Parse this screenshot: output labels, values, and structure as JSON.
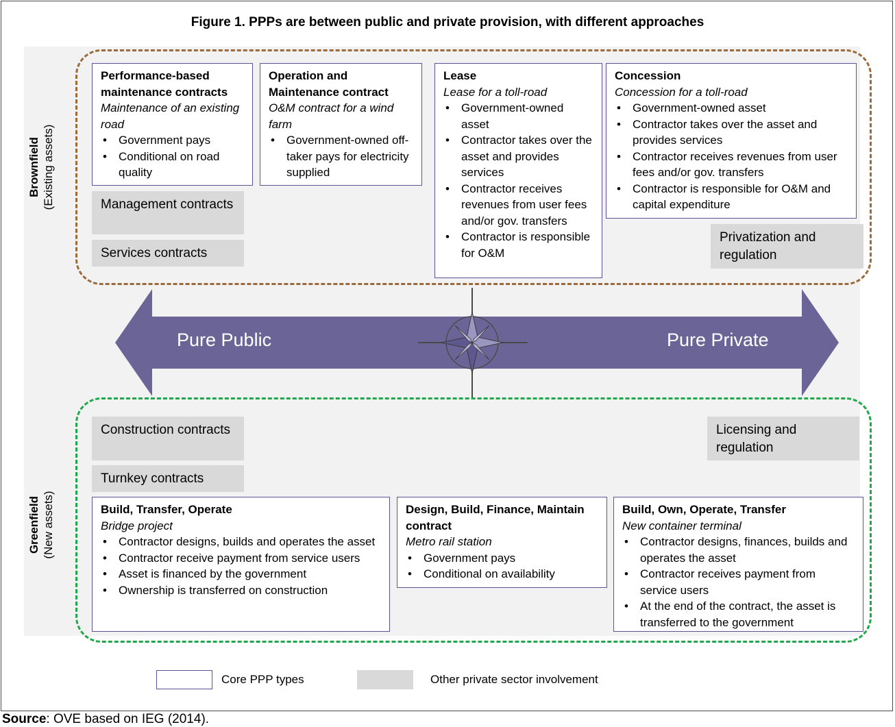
{
  "title": "Figure 1. PPPs are between public and private provision, with different approaches",
  "brownfield": {
    "label_bold": "Brownfield",
    "label_sub": "(Existing assets)",
    "cards": [
      {
        "heading": "Performance-based maintenance contracts",
        "subtitle": "Maintenance of an existing road",
        "bullets": [
          "Government pays",
          "Conditional on road quality"
        ]
      },
      {
        "heading": "Operation and Maintenance contract",
        "subtitle": "O&M contract for a wind farm",
        "bullets": [
          "Government-owned off-taker pays for electricity supplied"
        ]
      },
      {
        "heading": "Lease",
        "subtitle": "Lease for a toll-road",
        "bullets": [
          "Government-owned asset",
          "Contractor takes over the asset and provides services",
          "Contractor receives revenues from user fees and/or gov. transfers",
          "Contractor is responsible for O&M"
        ]
      },
      {
        "heading": "Concession",
        "subtitle": "Concession for a toll-road",
        "bullets": [
          "Government-owned asset",
          "Contractor takes over the asset and provides services",
          "Contractor receives revenues from user fees and/or gov. transfers",
          "Contractor is responsible for O&M and capital expenditure"
        ]
      }
    ],
    "other": [
      "Management contracts",
      "Services contracts",
      "Privatization and regulation"
    ]
  },
  "arrow": {
    "left_label": "Pure Public",
    "right_label": "Pure Private",
    "color": "#6b6497",
    "center_icon": "compass-rose-icon"
  },
  "greenfield": {
    "label_bold": "Greenfield",
    "label_sub": "(New assets)",
    "cards": [
      {
        "heading": "Build,  Transfer, Operate",
        "subtitle": "Bridge project",
        "bullets": [
          "Contractor designs, builds and operates the asset",
          "Contractor receive payment from service users",
          "Asset is financed by the government",
          "Ownership is transferred on construction"
        ]
      },
      {
        "heading": "Design, Build, Finance, Maintain contract",
        "subtitle": "Metro rail station",
        "bullets": [
          "Government pays",
          "Conditional on availability"
        ]
      },
      {
        "heading": "Build,  Own, Operate, Transfer",
        "subtitle": "New container terminal",
        "bullets": [
          "Contractor designs, finances, builds and operates the asset",
          "Contractor receives payment from service users",
          "At the end of the contract, the asset is transferred to the government"
        ]
      }
    ],
    "other": [
      "Construction contracts",
      "Turnkey contracts",
      "Licensing and regulation"
    ]
  },
  "legend": {
    "core": "Core PPP types",
    "other": "Other private sector involvement"
  },
  "source": {
    "label": "Source",
    "text": ": OVE based on IEG (2014)."
  },
  "colors": {
    "brownfield_border": "#9a6a3a",
    "greenfield_border": "#1fa84a",
    "core_border": "#5a5296",
    "other_fill": "#d9d9d9"
  }
}
